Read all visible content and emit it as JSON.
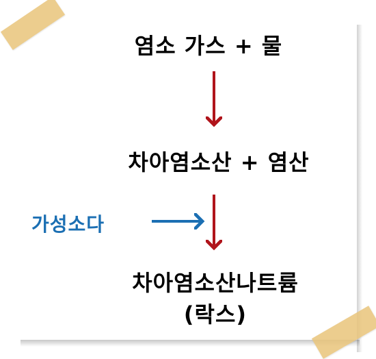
{
  "diagram": {
    "step1": "염소 가스 + 물",
    "step2": "차아염소산 + 염산",
    "step3_line1": "차아염소산나트륨",
    "step3_line2": "(락스)",
    "reagent": "가성소다"
  },
  "colors": {
    "main_arrow": "#b0141b",
    "reagent": "#1b6fb3",
    "tape": "#e9c47a"
  }
}
